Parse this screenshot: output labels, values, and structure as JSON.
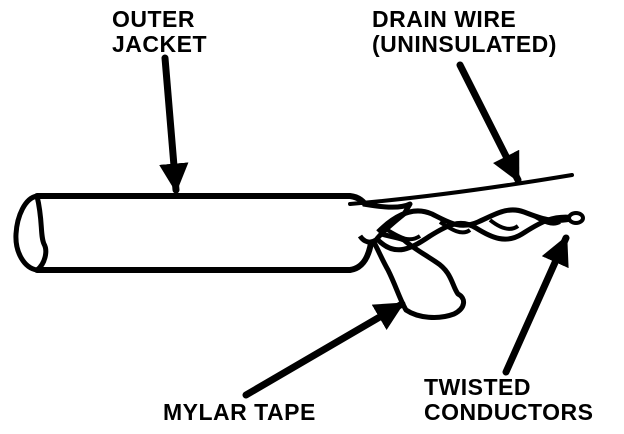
{
  "labels": {
    "outer_jacket": [
      "OUTER",
      "JACKET"
    ],
    "drain_wire": [
      "DRAIN WIRE",
      "(UNINSULATED)"
    ],
    "mylar_tape": "MYLAR TAPE",
    "twisted_conductors": [
      "TWISTED",
      "CONDUCTORS"
    ]
  },
  "colors": {
    "ink": "#000000",
    "paper": "#ffffff"
  }
}
